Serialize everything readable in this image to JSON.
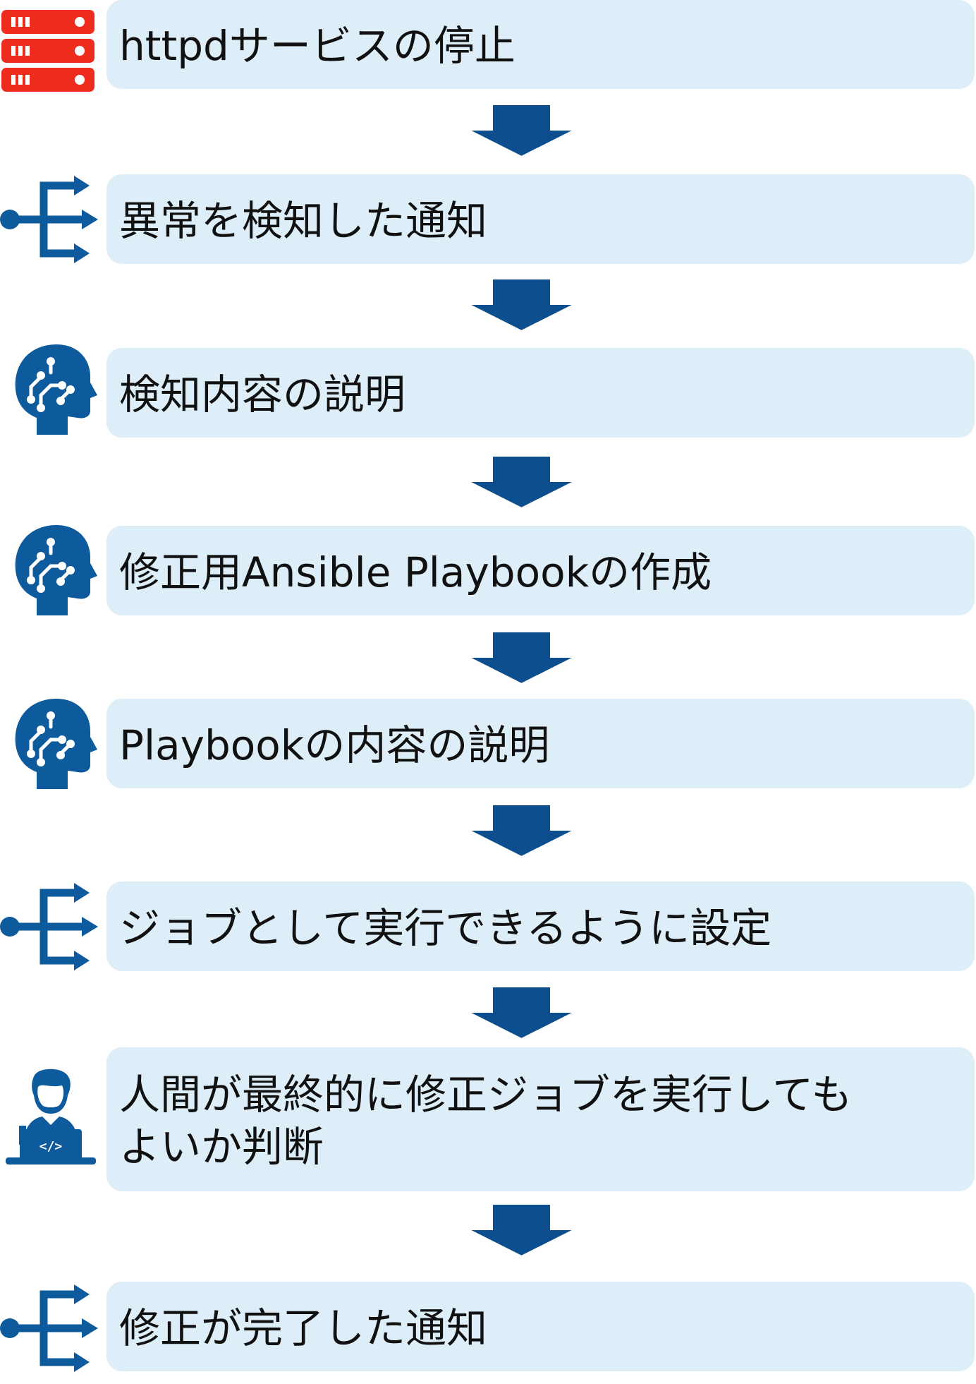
{
  "colors": {
    "box_fill": "#ddeef9",
    "arrow_fill": "#0d4f8e",
    "arrow_stroke": "#ffffff",
    "icon_blue": "#0d5a9c",
    "icon_red": "#ee2c1d",
    "text": "#111111"
  },
  "steps": [
    {
      "label": "httpdサービスの停止",
      "icon": "server-icon"
    },
    {
      "label": "異常を検知した通知",
      "icon": "share-arrows-icon"
    },
    {
      "label": "検知内容の説明",
      "icon": "ai-head-icon"
    },
    {
      "label": "修正用Ansible Playbookの作成",
      "icon": "ai-head-icon"
    },
    {
      "label": "Playbookの内容の説明",
      "icon": "ai-head-icon"
    },
    {
      "label": "ジョブとして実行できるように設定",
      "icon": "share-arrows-icon"
    },
    {
      "label": "人間が最終的に修正ジョブを実行しても\nよいか判断",
      "icon": "developer-icon"
    },
    {
      "label": "修正が完了した通知",
      "icon": "share-arrows-icon"
    }
  ]
}
